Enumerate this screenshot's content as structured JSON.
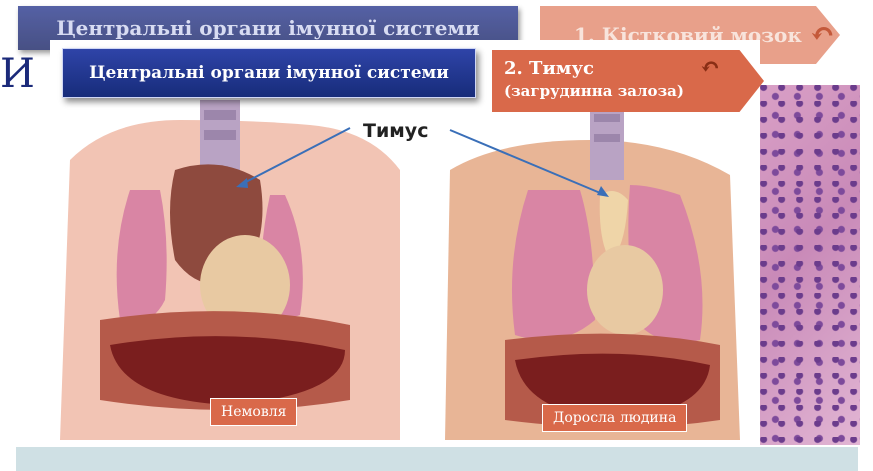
{
  "back_slide": {
    "title": "Центральні органи імунної системи",
    "tag": "1. Кістковий мозок",
    "left_glyph": "И"
  },
  "front_slide": {
    "title": "Центральні органи імунної системи",
    "tag_line1": "2. Тимус",
    "tag_line2": "(загрудинна залоза)"
  },
  "illustration": {
    "pointer_label": "Тимус",
    "caption_left": "Немовля",
    "caption_right": "Доросла людина"
  },
  "icons": {
    "back_arrow": "u-turn-arrow-icon",
    "front_arrow": "u-turn-arrow-icon"
  },
  "colors": {
    "title_blue": "#1f3590",
    "tag_orange": "#d9694a",
    "bottom_bar": "#cfe0e4"
  }
}
